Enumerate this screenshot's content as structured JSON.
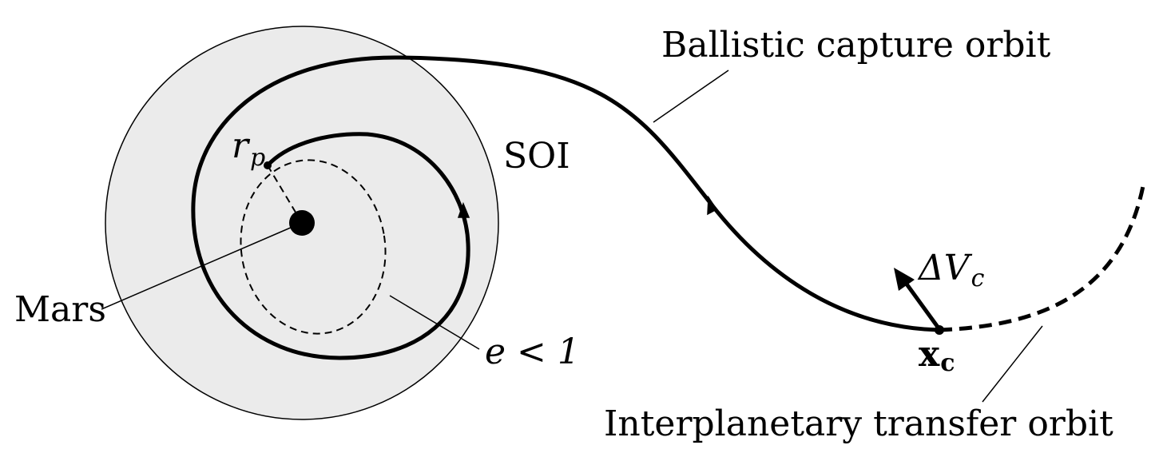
{
  "labels": {
    "ballistic": "Ballistic capture orbit",
    "soi": "SOI",
    "rp_main": "r",
    "rp_sub": "p",
    "mars": "Mars",
    "ecc": "e < 1",
    "dv_main": "ΔV",
    "dv_sub": "c",
    "xc_main": "x",
    "xc_sub": "c",
    "transfer": "Interplanetary transfer orbit"
  },
  "colors": {
    "soi_fill": "#ebebeb",
    "stroke": "#000000"
  }
}
